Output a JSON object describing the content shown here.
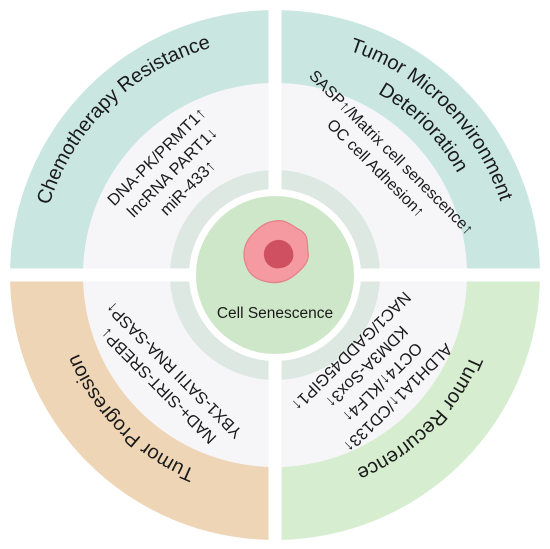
{
  "center": {
    "label": "Cell Senescence"
  },
  "quadrants": {
    "top_left": {
      "title": "Chemotherapy Resistance",
      "color": "#c9e6e0",
      "lines": [
        "DNA-PK/PRMT1↑",
        "lncRNA PART1↓",
        "miR-433↑"
      ]
    },
    "top_right": {
      "title_parts": [
        "Tumor Microenvironment",
        "Deterioration"
      ],
      "color": "#c9e6e0",
      "lines": [
        "SASP↑/Matrix cell senescence↑",
        "OC cell Adhesion↑"
      ]
    },
    "bottom_left": {
      "title": "Tumor Progression",
      "color": "#eed5b6",
      "lines": [
        "NAD+-SIRT-SREBP↓",
        "YBX1-SATII RNA-SASP↑"
      ]
    },
    "bottom_right": {
      "title": "Tumor Recurrence",
      "color": "#d6edcf",
      "lines": [
        "ALDH1A1↑/CD133↑",
        "OCT4↑/KLF4↑",
        "KDM3A-Sox3↑",
        "NAC1/GADD45GIP1↑"
      ]
    }
  },
  "colors": {
    "divider": "#ffffff",
    "inner_area": "#f6f6f8",
    "center_ring": "#dde8e3",
    "center_fill": "#cfe7c9",
    "cell_outer": "#f49aa0",
    "cell_nucleus": "#cf5161",
    "text": "#1a1a1a"
  }
}
